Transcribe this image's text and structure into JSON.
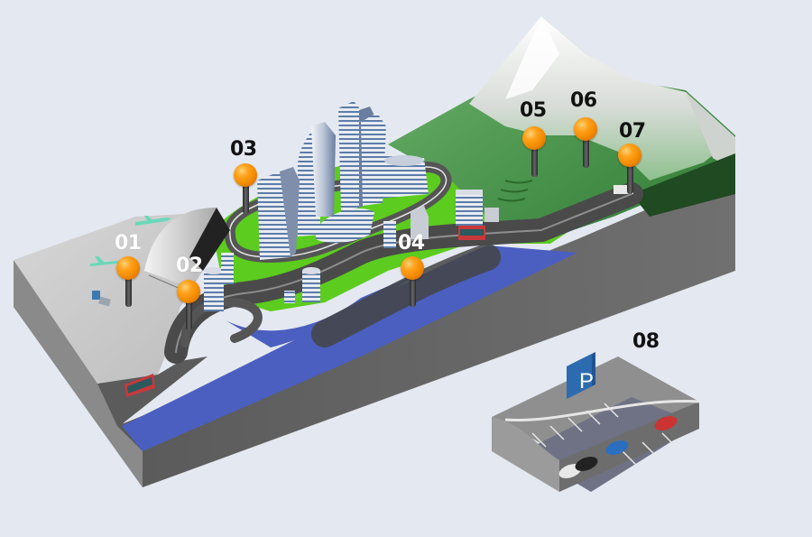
{
  "title": "Smart city zone overview",
  "markers": [
    {
      "id": "01",
      "label": "01",
      "zone": "airport-terminal",
      "style": "light"
    },
    {
      "id": "02",
      "label": "02",
      "zone": "city-ring-road",
      "style": "light"
    },
    {
      "id": "03",
      "label": "03",
      "zone": "downtown-skyscrapers",
      "style": "dark"
    },
    {
      "id": "04",
      "label": "04",
      "zone": "riverside-highway",
      "style": "light"
    },
    {
      "id": "05",
      "label": "05",
      "zone": "mountain-slope",
      "style": "dark"
    },
    {
      "id": "06",
      "label": "06",
      "zone": "mountain-station",
      "style": "dark"
    },
    {
      "id": "07",
      "label": "07",
      "zone": "mountain-tunnel",
      "style": "dark"
    },
    {
      "id": "08",
      "label": "08",
      "zone": "underground-parking",
      "style": "dark"
    }
  ],
  "parking_sign": {
    "letter": "P"
  },
  "colors": {
    "background": "#e4e8f0",
    "marker_orange": "#f28a00",
    "river_blue": "#4a5fbf",
    "grass_green": "#5ccc1e",
    "mountain_green": "#3a8a3a",
    "base_gray": "#6b6b6b",
    "parking_sign_blue": "#2c6bb0"
  }
}
